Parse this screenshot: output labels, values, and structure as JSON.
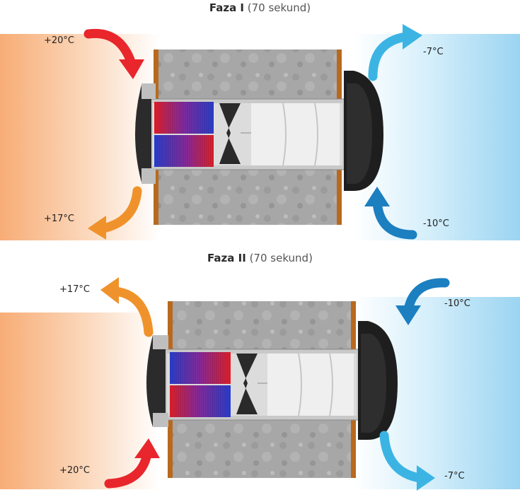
{
  "phase1": {
    "title_bold": "Faza I",
    "title_rest": "(70 sekund)",
    "temp_indoor_in": "+20°C",
    "temp_indoor_out": "+17°C",
    "temp_outdoor_out": "-7°C",
    "temp_outdoor_in": "-10°C"
  },
  "phase2": {
    "title_bold": "Faza II",
    "title_rest": "(70 sekund)",
    "temp_indoor_out": "+17°C",
    "temp_indoor_in": "+20°C",
    "temp_outdoor_in": "-10°C",
    "temp_outdoor_out": "-7°C"
  },
  "colors": {
    "warm_red": "#e8262c",
    "warm_orange": "#f0922b",
    "cold_light": "#3bb4e4",
    "cold_dark": "#1b7fc0",
    "wall_frame": "#b8691e",
    "concrete": "#a9a9a9"
  }
}
